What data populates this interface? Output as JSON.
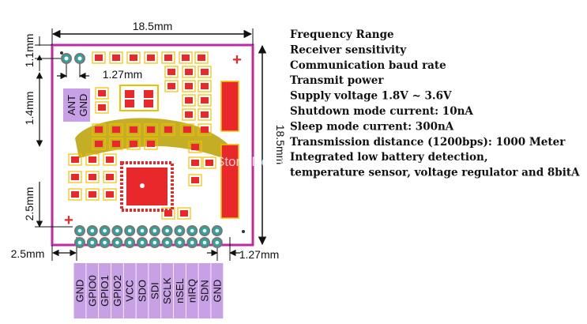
{
  "dimensions": {
    "width_top": "18.5mm",
    "height_right": "18.5mm",
    "top_margin": "1.1mm",
    "pad_pitch_top": "1.27mm",
    "side_offset": "1.4mm",
    "bottom_offset_left": "2.5mm",
    "bottom_left": "2.5mm",
    "bottom_pitch": "1.27mm"
  },
  "silk": {
    "ant": "ANT",
    "gnd": "GND",
    "plus": "+"
  },
  "pins": [
    "GND",
    "GPIO0",
    "GPIO1",
    "GPIO2",
    "VCC",
    "SDO",
    "SDI",
    "SCLK",
    "nSEL",
    "nIRQ",
    "SDN",
    "GND"
  ],
  "specs": [
    "Frequency Range",
    "Receiver sensitivity",
    "Communication baud rate",
    "Transmit power",
    "Supply voltage 1.8V ~ 3.6V",
    "Shutdown mode current: 10nA",
    "Sleep mode current: 300nA",
    "Transmission distance (1200bps): 1000 Meter",
    "Integrated low battery detection,",
    "temperature sensor, voltage regulator and 8bitA"
  ],
  "watermark": "Store No.: 857138",
  "colors": {
    "board_outline": "#c02aa0",
    "pad": "#e8282a",
    "pad_border": "#f0c000",
    "pin_label_bg": "#c7a0e6",
    "through_hole": "#2aa6a0"
  }
}
